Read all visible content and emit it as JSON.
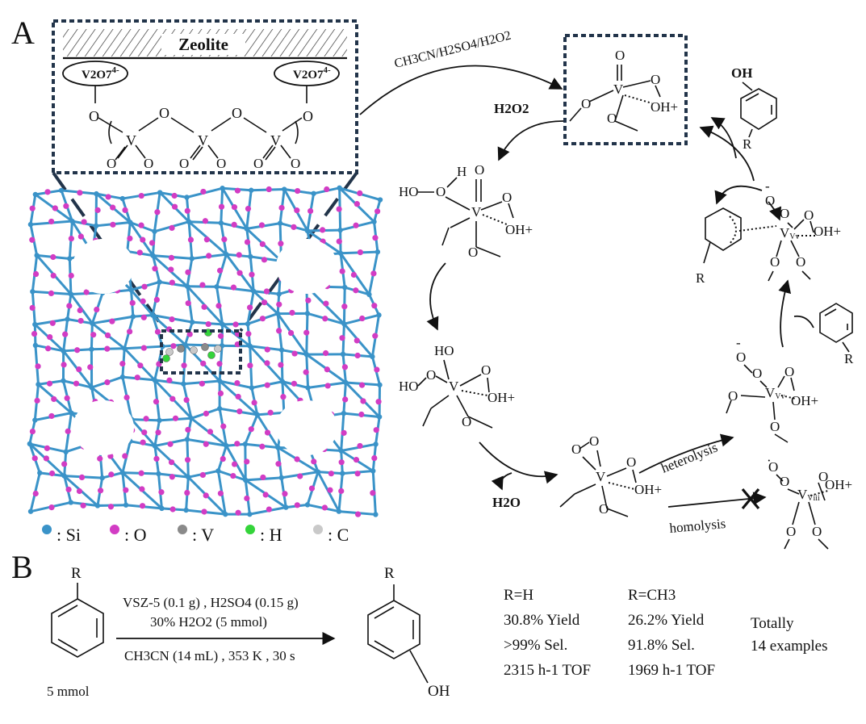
{
  "panels": {
    "a": "A",
    "b": "B"
  },
  "zeolite": {
    "title": "Zeolite",
    "cluster_left": "V2O7",
    "cluster_right": "V2O7",
    "cluster_charge": "4-"
  },
  "atoms": {
    "V": "V",
    "O": "O",
    "H": "H",
    "Vv": "Vv",
    "Viii": "Vііі"
  },
  "legend": [
    {
      "symbol": "Si",
      "color": "#3a93c8"
    },
    {
      "symbol": "O",
      "color": "#d23cc4"
    },
    {
      "symbol": "V",
      "color": "#8a8a8a"
    },
    {
      "symbol": "H",
      "color": "#34d43a"
    },
    {
      "symbol": "C",
      "color": "#c9c9c9"
    }
  ],
  "scheme": {
    "reagent_top": "CH3CN/H2SO4/H2O2",
    "h2o2": "H2O2",
    "h2o": "H2O",
    "ho": "HO",
    "oh": "OH",
    "ohplus": "OH+",
    "r": "R",
    "heterolysis": "heterolysis",
    "homolysis": "homolysis"
  },
  "reaction": {
    "substrate_amount": "5 mmol",
    "line1": "VSZ-5 (0.1 g) , H2SO4 (0.15 g)",
    "line2": "30% H2O2 (5 mmol)",
    "line3": "CH3CN (14 mL) , 353 K , 30 s",
    "product_oh": "OH",
    "r": "R"
  },
  "results": [
    {
      "header": "R=H",
      "yield": "30.8% Yield",
      "sel": ">99%  Sel.",
      "tof": "2315 h-1 TOF"
    },
    {
      "header": "R=CH3",
      "yield": "26.2% Yield",
      "sel": "91.8% Sel.",
      "tof": "1969 h-1 TOF"
    }
  ],
  "summary": {
    "line1": "Totally",
    "line2": "14 examples"
  }
}
